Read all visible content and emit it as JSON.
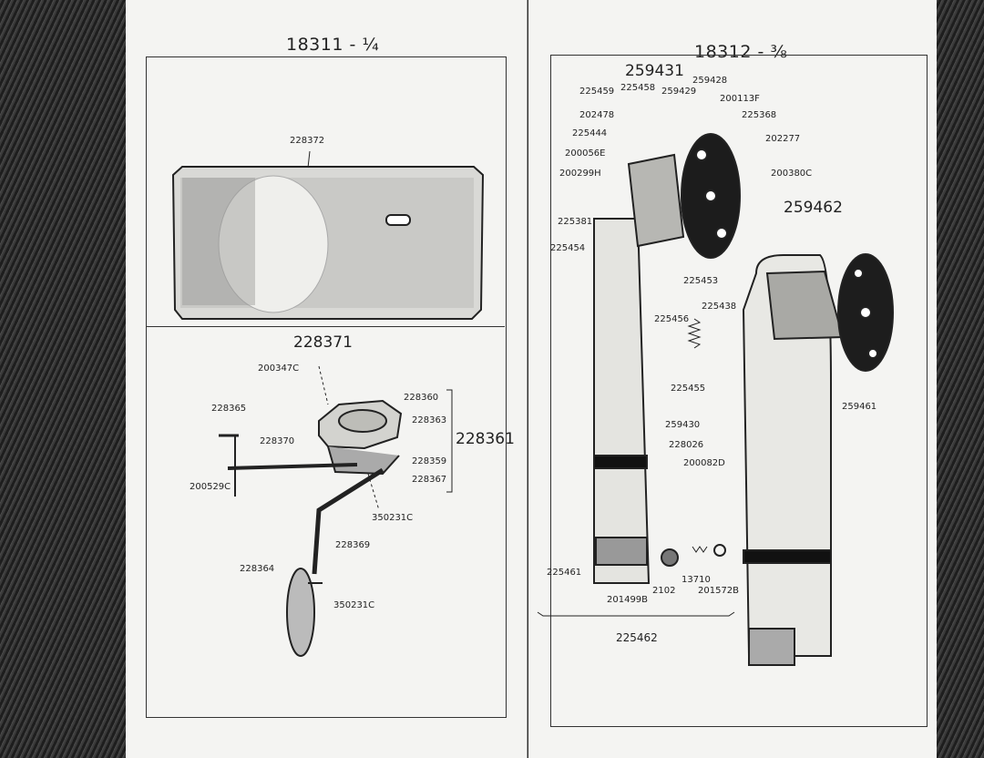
{
  "left_page": {
    "title": "18311 - ¼",
    "top_figure": {
      "part": "228372"
    },
    "bottom_figure": {
      "assembly": "228371",
      "group": "228361",
      "parts": [
        "200347C",
        "228360",
        "228365",
        "228363",
        "228370",
        "228359",
        "228367",
        "200529C",
        "350231C",
        "228369",
        "228364",
        "350231C"
      ]
    }
  },
  "right_page": {
    "title": "18312 - ⅜",
    "left_figure": {
      "assembly": "259431",
      "group": "225462",
      "parts": [
        "259428",
        "225459",
        "225458",
        "259429",
        "200113F",
        "202478",
        "225368",
        "225444",
        "202277",
        "200056E",
        "200299H",
        "200380C",
        "225381",
        "225454",
        "225453",
        "225438",
        "225456",
        "225455",
        "259430",
        "228026",
        "200082D",
        "225461",
        "13710",
        "2102",
        "201572B",
        "201499B"
      ]
    },
    "right_figure": {
      "assembly": "259462",
      "parts": [
        "259461"
      ]
    }
  }
}
